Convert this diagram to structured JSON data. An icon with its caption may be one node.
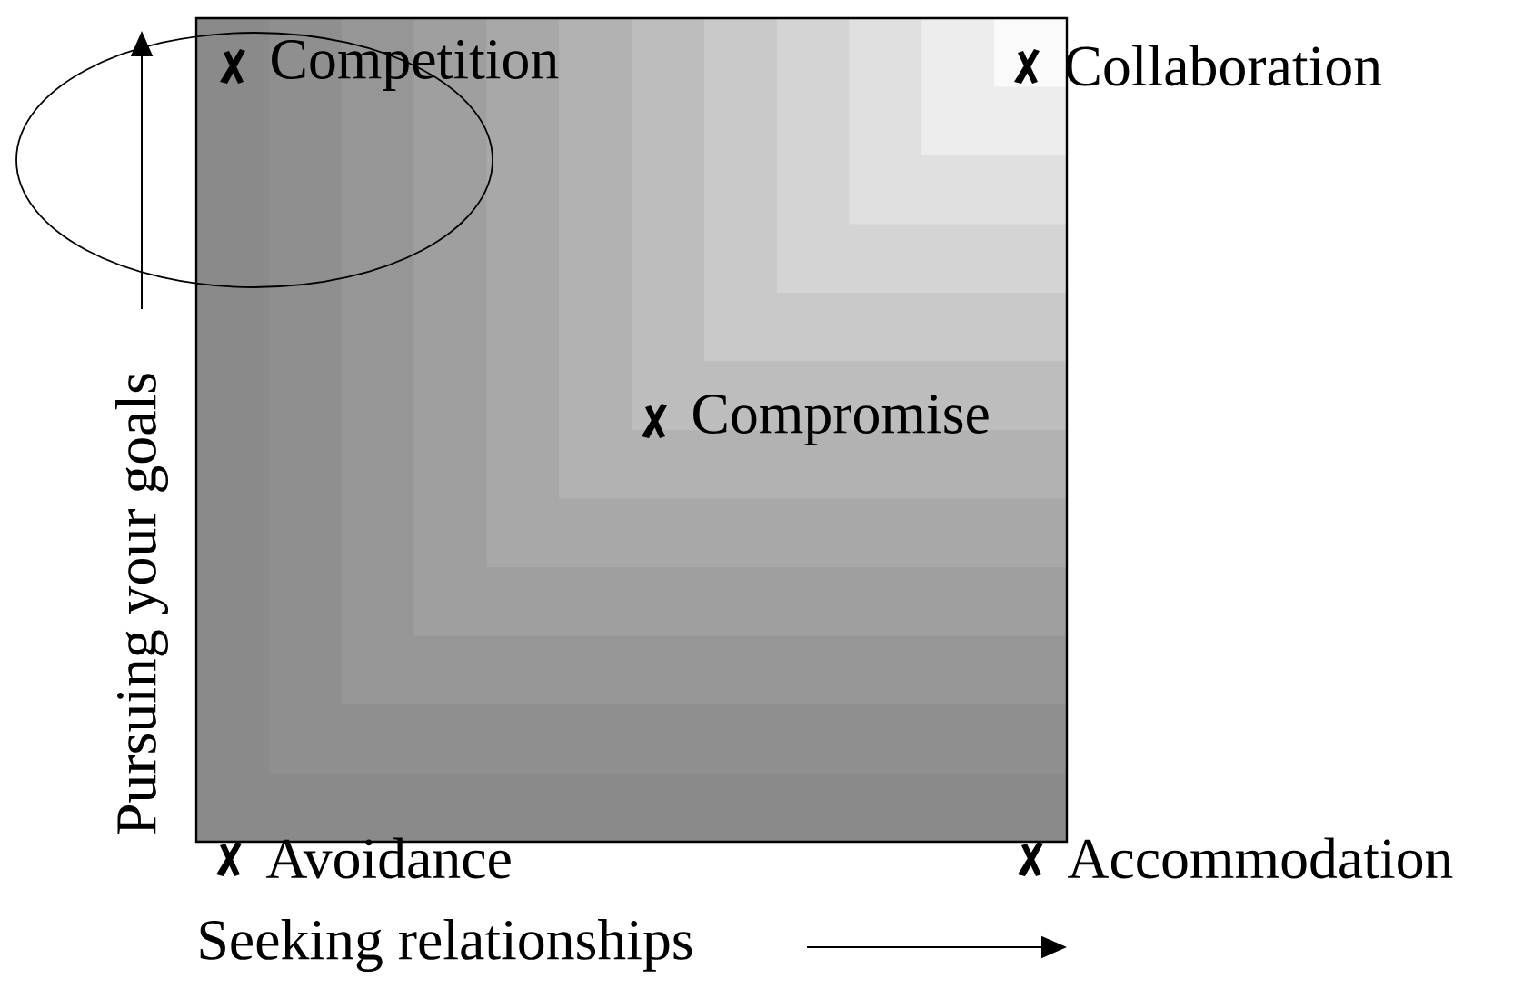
{
  "diagram": {
    "labels": [
      "Competition",
      "Collaboration",
      "Compromise",
      "Avoidance",
      "Accommodation",
      "Pursuing your goals",
      "Seeking relationships"
    ]
  }
}
